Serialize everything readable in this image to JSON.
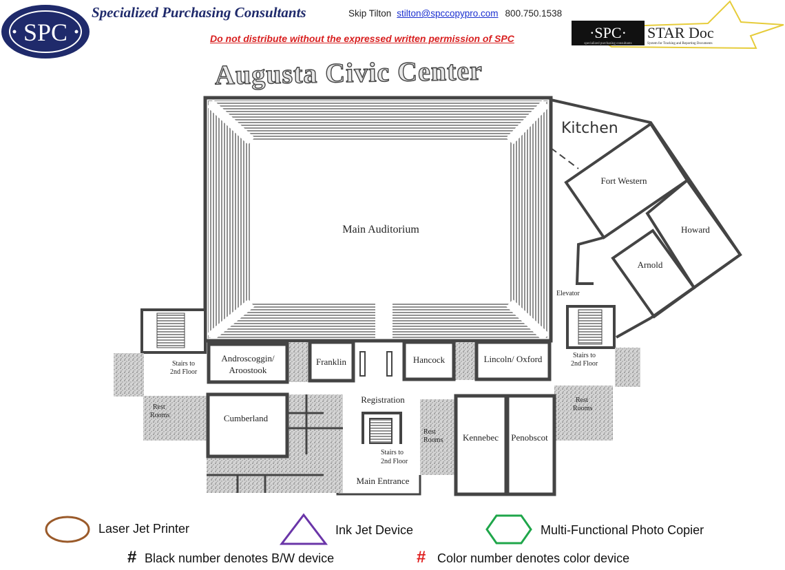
{
  "header": {
    "logo_text": "SPC",
    "company": "Specialized Purchasing Consultants",
    "contact_name": "Skip Tilton",
    "contact_email": "stilton@spccopypro.com",
    "contact_phone": "800.750.1538",
    "warning": "Do not distribute without the expressed written permission of SPC",
    "star_logo": {
      "spc": "·SPC·",
      "name": "STAR Doc",
      "tagline_left": "specialized purchasing consultants",
      "tagline_right": "System for Tracking and Reporting Documents"
    }
  },
  "map": {
    "title": "Augusta Civic Center",
    "rooms": {
      "kitchen": "Kitchen",
      "fort_western": "Fort Western",
      "howard": "Howard",
      "arnold": "Arnold",
      "main_auditorium": "Main Auditorium",
      "elevator": "Elevator",
      "androscoggin_1": "Androscoggin/",
      "androscoggin_2": "Aroostook",
      "franklin": "Franklin",
      "hancock": "Hancock",
      "lincoln": "Lincoln/ Oxford",
      "cumberland": "Cumberland",
      "registration": "Registration",
      "main_entrance": "Main Entrance",
      "kennebec": "Kennebec",
      "penobscot": "Penobscot",
      "rest_1": "Rest",
      "rest_2": "Rooms",
      "stairs_1": "Stairs to",
      "stairs_2": "2nd Floor"
    }
  },
  "legend": {
    "laser": "Laser Jet Printer",
    "laser_color": "#9a5a2a",
    "inkjet": "Ink Jet Device",
    "inkjet_color": "#6a35a8",
    "mfp": "Multi-Functional Photo Copier",
    "mfp_color": "#1fa64a",
    "hash": "#",
    "bw": "Black number denotes B/W device",
    "color": "Color number denotes color device",
    "color_hash_color": "#e02020"
  }
}
